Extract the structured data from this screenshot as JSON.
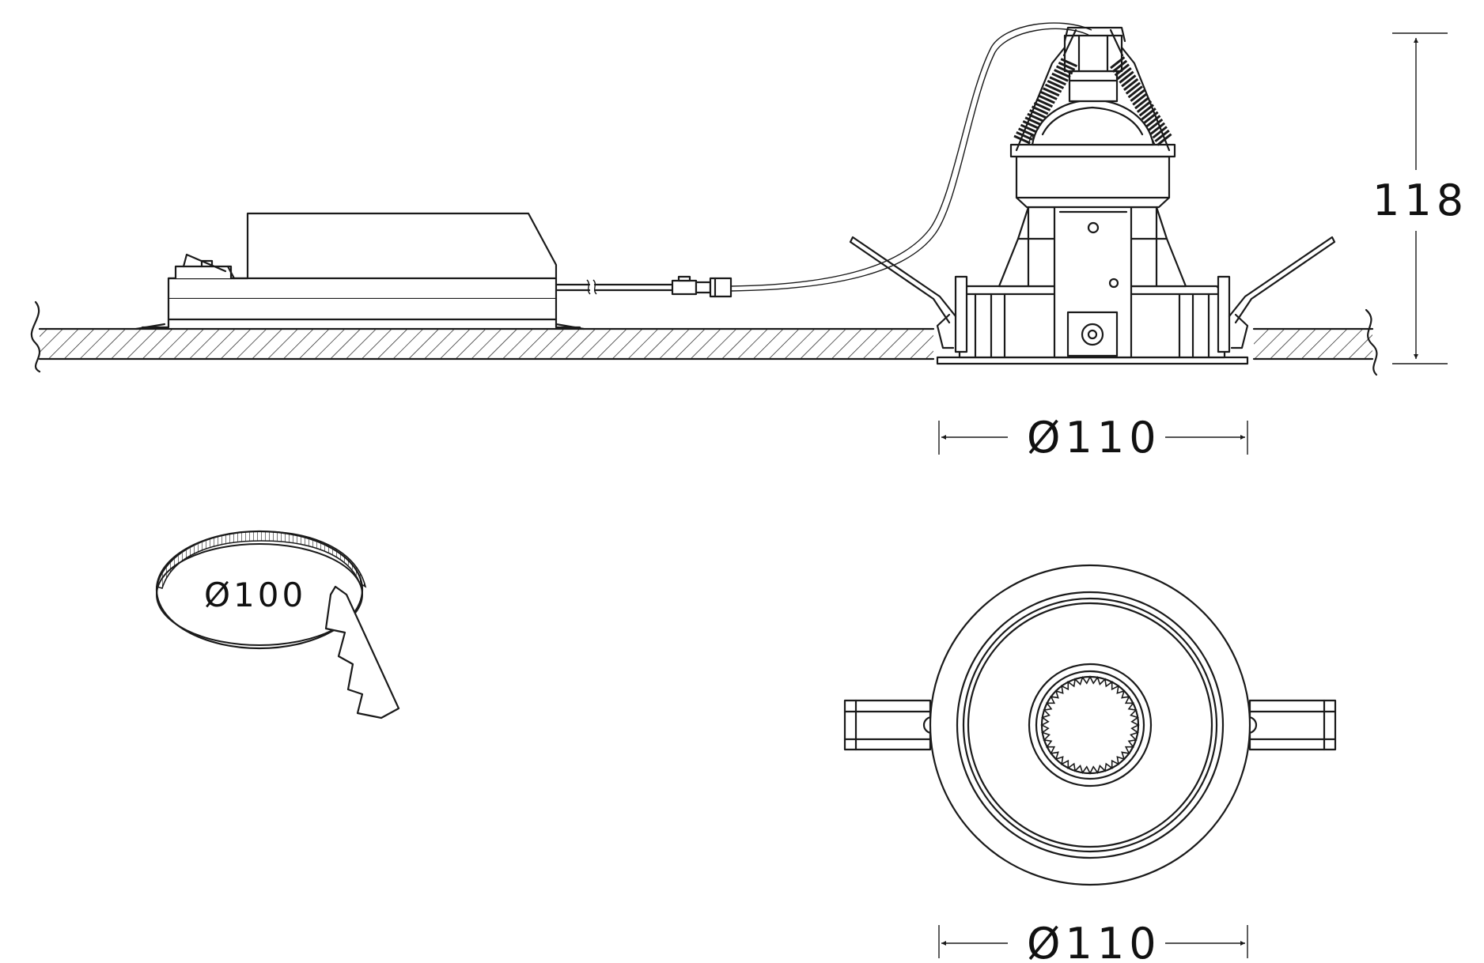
{
  "dimensions": {
    "height_label": "118",
    "side_diameter_label": "Ø110",
    "bottom_diameter_label": "Ø110",
    "cutout_label": "Ø100"
  },
  "colors": {
    "line": "#1a1a1a",
    "background": "#ffffff"
  }
}
